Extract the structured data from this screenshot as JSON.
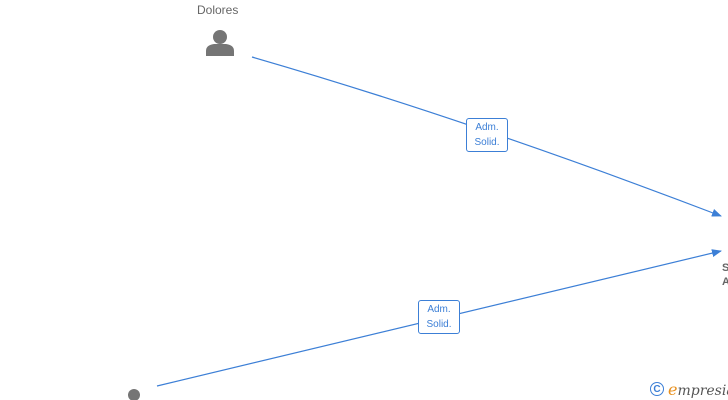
{
  "nodes": {
    "person_top": {
      "name": "Dolores"
    },
    "company_right": {
      "line1_fragment": "S",
      "line2_fragment": "A"
    }
  },
  "edges": [
    {
      "line1": "Adm.",
      "line2": "Solid."
    },
    {
      "line1": "Adm.",
      "line2": "Solid."
    }
  ],
  "watermark": {
    "copyright_symbol": "C",
    "brand_initial": "e",
    "brand_rest": "mpresia"
  },
  "colors": {
    "edge": "#3c7fd6",
    "person_icon": "#757575",
    "brand_accent": "#e8901e",
    "text": "#666666"
  },
  "icons": {
    "person": "person-icon",
    "copyright": "copyright-icon"
  }
}
